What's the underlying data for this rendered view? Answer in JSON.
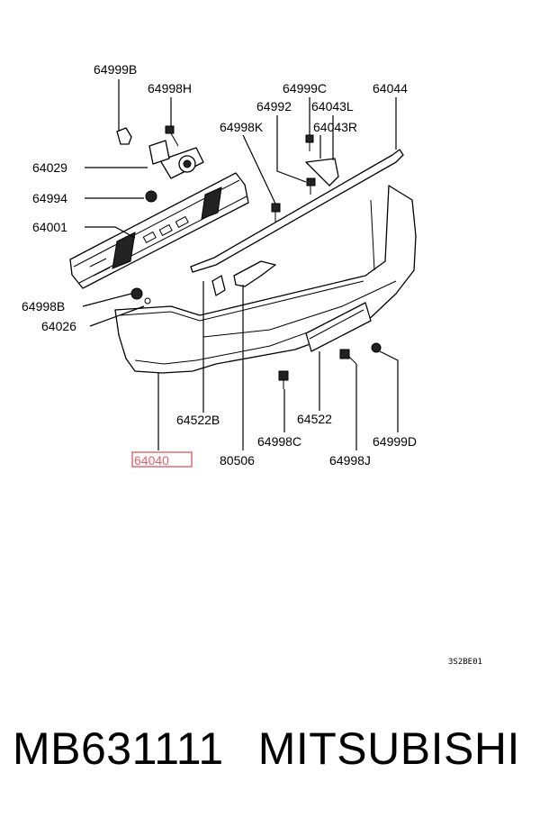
{
  "diagram": {
    "part_labels": {
      "l64999B": "64999B",
      "l64998H": "64998H",
      "l64999C": "64999C",
      "l64044": "64044",
      "l64992": "64992",
      "l64043L": "64043L",
      "l64998K": "64998K",
      "l64043R": "64043R",
      "l64029": "64029",
      "l64994": "64994",
      "l64001": "64001",
      "l64998B": "64998B",
      "l64026": "64026",
      "l64522B": "64522B",
      "l64522": "64522",
      "l64998C": "64998C",
      "l64999D": "64999D",
      "l64040": "64040",
      "l80506": "80506",
      "l64998J": "64998J"
    },
    "highlighted_part": "64040",
    "highlight_color": "#e0606a",
    "drawing_code": "3S2BE01"
  },
  "footer": {
    "part_number": "MB631111",
    "brand": "MITSUBISHI"
  }
}
